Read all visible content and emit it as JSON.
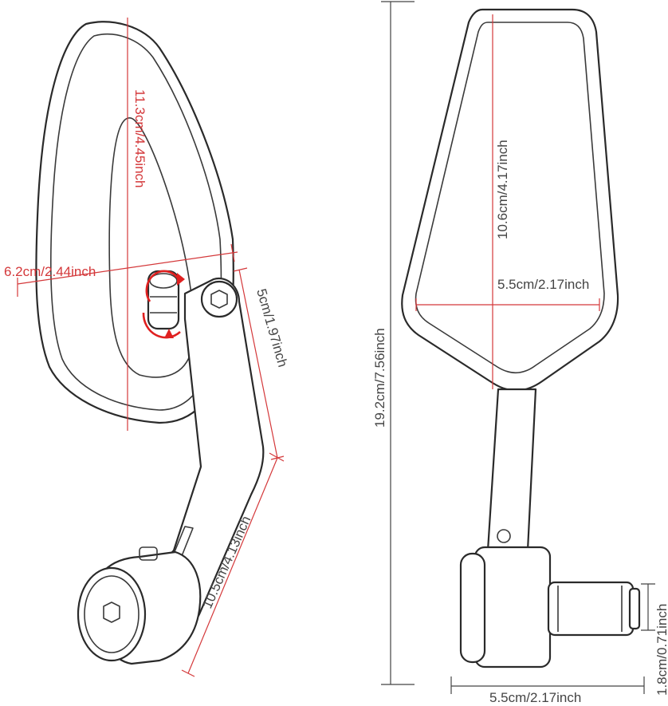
{
  "colors": {
    "dimension_red": "#d4383a",
    "dimension_dark": "#444444",
    "outline": "#2a2a2a",
    "rotate_arrow": "#e02020"
  },
  "left_view": {
    "dims": {
      "mirror_length": "11.3cm/4.45inch",
      "mirror_width": "6.2cm/2.44inch",
      "upper_arm": "5cm/1.97inch",
      "lower_arm": "10.5cm/4.13inch"
    },
    "icons": [
      "rotation-arrows-icon",
      "hex-bolt-icon"
    ]
  },
  "right_view": {
    "dims": {
      "total_height": "19.2cm/7.56inch",
      "glass_height": "10.6cm/4.17inch",
      "glass_width": "5.5cm/2.17inch",
      "plug_diameter": "1.8cm/0.71inch",
      "base_width": "5.5cm/2.17inch"
    }
  }
}
